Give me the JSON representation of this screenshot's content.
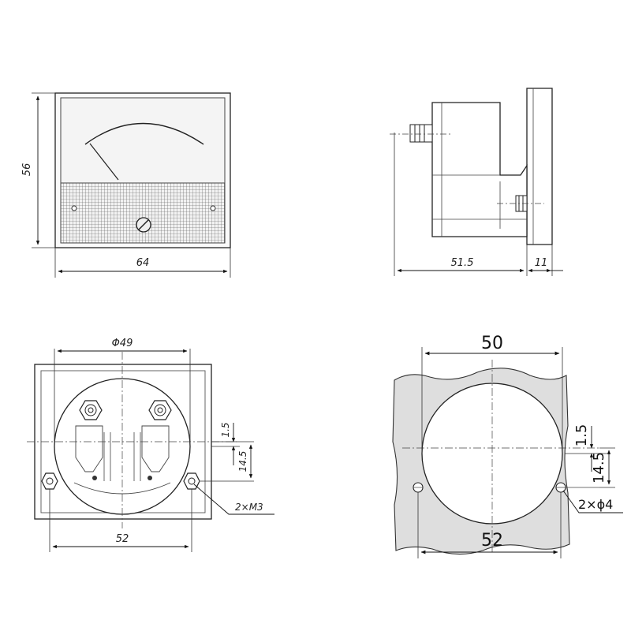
{
  "front_view": {
    "width_label": "64",
    "height_label": "56"
  },
  "side_view": {
    "depth_label": "51.5",
    "panel_label": "11"
  },
  "rear_view": {
    "diameter_label": "Φ49",
    "spacing_label": "52",
    "offset_label": "1.5",
    "hole_offset_label": "14.5",
    "screw_label": "2×M3"
  },
  "cutout_view": {
    "width_label": "50",
    "spacing_label": "52",
    "offset_label": "1.5",
    "hole_offset_label": "14.5",
    "hole_label": "2×ϕ4"
  }
}
